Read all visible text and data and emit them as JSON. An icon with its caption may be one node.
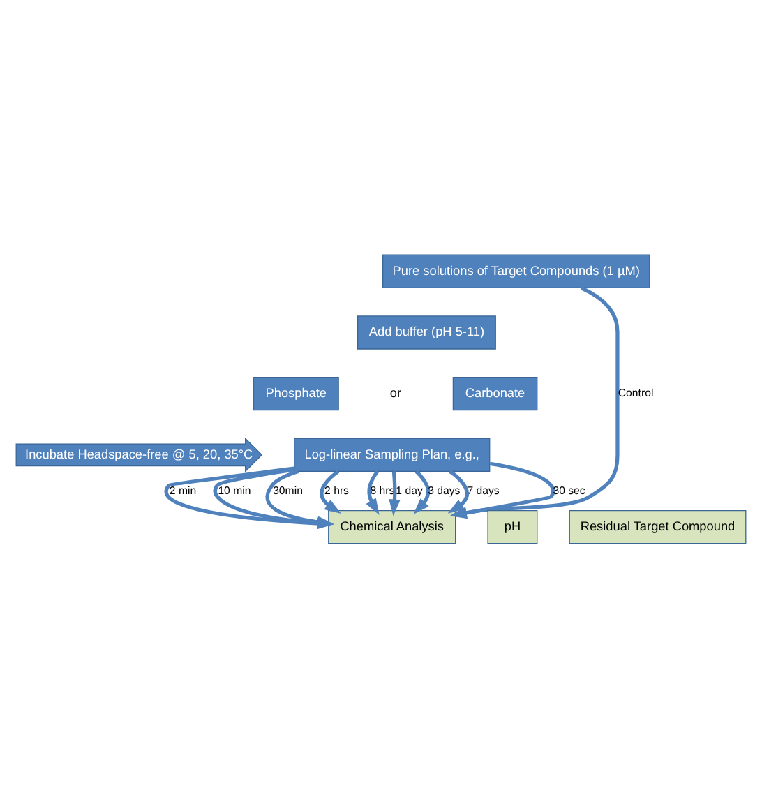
{
  "diagram": {
    "nodes": [
      {
        "text": [
          "Pure solutions of Target Compounds (1 µM)"
        ]
      },
      {
        "text": [
          "Add buffer (pH 5-11)"
        ]
      },
      {
        "text": [
          "Phosphate"
        ]
      },
      {
        "text": [
          "Carbonate"
        ]
      },
      {
        "text": [
          "Incubate Headspace-free @ 5, 20, 35°C"
        ]
      },
      {
        "text": [
          "Log-linear Sampling Plan, e.g.,"
        ]
      },
      {
        "text": [
          "Chemical Analysis"
        ]
      },
      {
        "text": [
          "pH"
        ]
      },
      {
        "text": [
          "Residual Target Compound"
        ]
      }
    ],
    "edges": [
      {
        "from": 0,
        "to": 6,
        "arrow": "to",
        "label": "Control"
      },
      {
        "from": 5,
        "to": 6,
        "arrow": "to",
        "label": "30 sec"
      },
      {
        "from": 5,
        "to": 6,
        "arrow": "to",
        "label": "2 min"
      },
      {
        "from": 5,
        "to": 6,
        "arrow": "to",
        "label": "10 min"
      },
      {
        "from": 5,
        "to": 6,
        "arrow": "to",
        "label": "30min"
      },
      {
        "from": 5,
        "to": 6,
        "arrow": "to",
        "label": "2 hrs"
      },
      {
        "from": 5,
        "to": 6,
        "arrow": "to",
        "label": "8 hrs"
      },
      {
        "from": 5,
        "to": 6,
        "arrow": "to",
        "label": "1 day"
      },
      {
        "from": 5,
        "to": 6,
        "arrow": "to",
        "label": "3 days"
      },
      {
        "from": 5,
        "to": 6,
        "arrow": "to",
        "label": "7 days"
      }
    ],
    "labels": [
      "or"
    ]
  }
}
